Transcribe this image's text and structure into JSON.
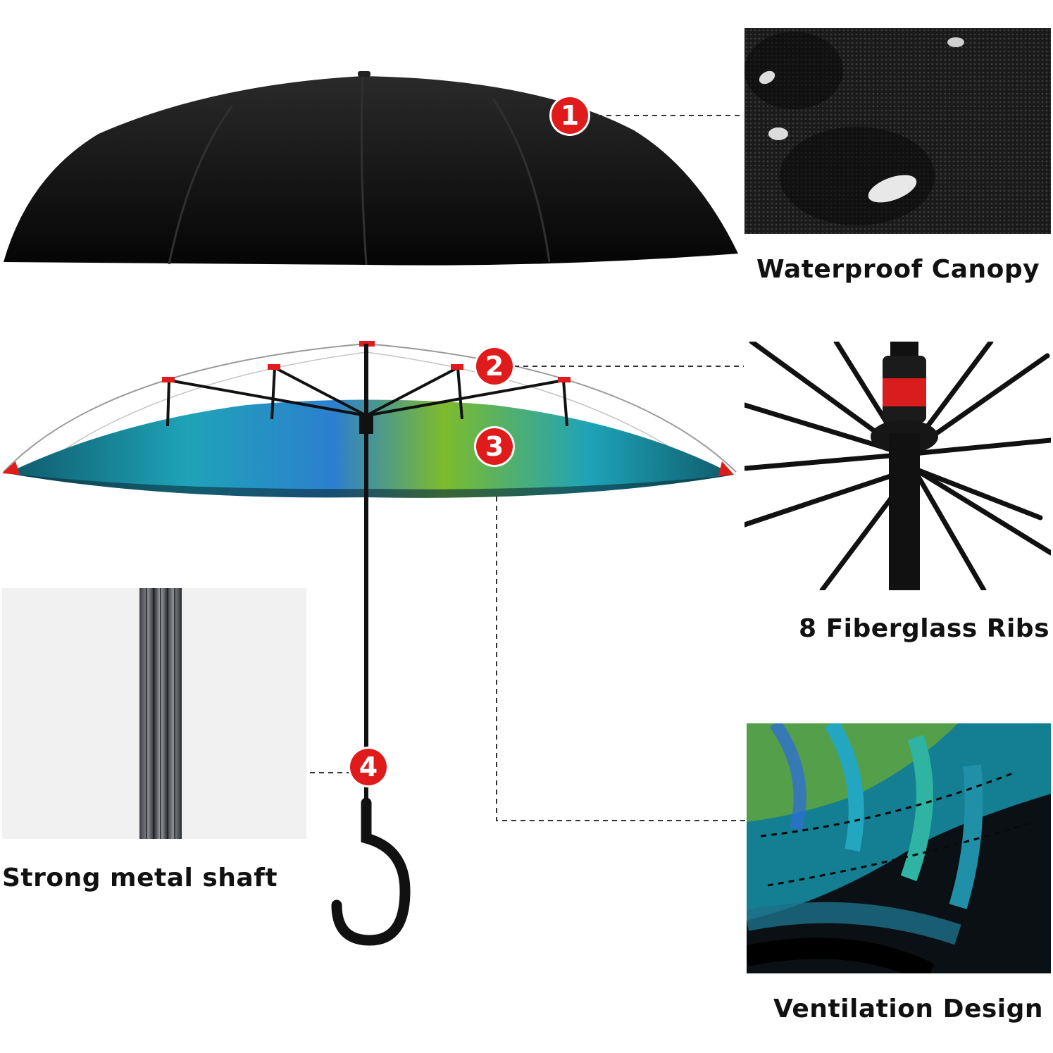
{
  "features": [
    {
      "number": "1",
      "label": "Waterproof Canopy"
    },
    {
      "number": "2",
      "label": "8 Fiberglass Ribs"
    },
    {
      "number": "3",
      "label": "Ventilation Design"
    },
    {
      "number": "4",
      "label": "Strong metal shaft"
    }
  ],
  "colors": {
    "marker_red": "#e01b1b",
    "canopy_black": "#0d0d0d",
    "peacock_teal": "#1fa3b8",
    "peacock_green": "#7dbb2c",
    "shaft_gray": "#6e7177"
  }
}
